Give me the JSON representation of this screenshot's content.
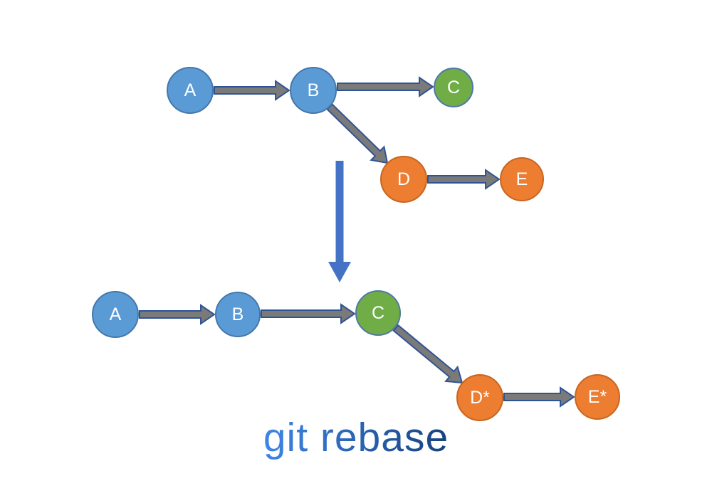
{
  "diagram": {
    "caption": "git rebase",
    "colors": {
      "blue": "#5B9BD5",
      "blue_border": "#4477ad",
      "green": "#70AD47",
      "green_border": "#4f79a5",
      "orange": "#ED7D31",
      "orange_border": "#c8661f",
      "arrow_gray": "#7a7a7a",
      "arrow_outline": "#2f5496",
      "transform_arrow_blue": "#4472C4",
      "caption_gradient_start": "#3f86e8",
      "caption_gradient_end": "#17427e"
    },
    "before": {
      "nodes": [
        {
          "id": "A",
          "label": "A",
          "color": "blue"
        },
        {
          "id": "B",
          "label": "B",
          "color": "blue"
        },
        {
          "id": "C",
          "label": "C",
          "color": "green"
        },
        {
          "id": "D",
          "label": "D",
          "color": "orange"
        },
        {
          "id": "E",
          "label": "E",
          "color": "orange"
        }
      ],
      "edges": [
        {
          "from": "A",
          "to": "B"
        },
        {
          "from": "B",
          "to": "C"
        },
        {
          "from": "B",
          "to": "D"
        },
        {
          "from": "D",
          "to": "E"
        }
      ]
    },
    "after": {
      "nodes": [
        {
          "id": "A",
          "label": "A",
          "color": "blue"
        },
        {
          "id": "B",
          "label": "B",
          "color": "blue"
        },
        {
          "id": "C",
          "label": "C",
          "color": "green"
        },
        {
          "id": "D*",
          "label": "D*",
          "color": "orange"
        },
        {
          "id": "E*",
          "label": "E*",
          "color": "orange"
        }
      ],
      "edges": [
        {
          "from": "A",
          "to": "B"
        },
        {
          "from": "B",
          "to": "C"
        },
        {
          "from": "C",
          "to": "D*"
        },
        {
          "from": "D*",
          "to": "E*"
        }
      ]
    }
  }
}
